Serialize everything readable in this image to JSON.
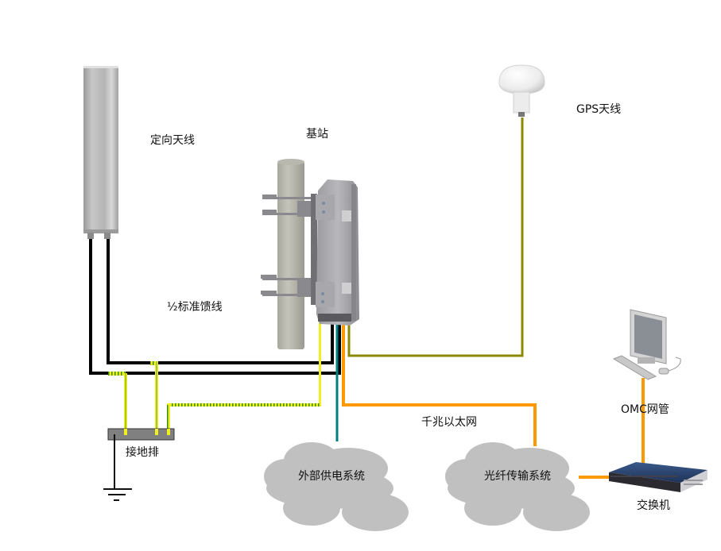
{
  "diagram": {
    "labels": {
      "directional_antenna": "定向天线",
      "base_station": "基站",
      "gps_antenna": "GPS天线",
      "feeder": "½标准馈线",
      "ground_bar": "接地排",
      "external_power": "外部供电系统",
      "gigabit_ethernet": "千兆以太网",
      "fiber_transmission": "光纤传输系统",
      "omc": "OMC网管",
      "switch": "交换机"
    },
    "colors": {
      "feeder_cable": "#000000",
      "ground_wire": "#f0f020",
      "ground_wire_stripe": "#3a8a20",
      "gps_cable": "#8a8a00",
      "power_cable": "#008080",
      "ethernet_cable": "#ff9900",
      "cloud": "#c0c0c0",
      "ground_bar": "#808080"
    },
    "nodes": [
      {
        "id": "directional_antenna",
        "label_key": "directional_antenna",
        "icon": "panel-antenna-icon"
      },
      {
        "id": "base_station",
        "label_key": "base_station",
        "icon": "pole-mounted-base-station-icon"
      },
      {
        "id": "gps_antenna",
        "label_key": "gps_antenna",
        "icon": "gps-antenna-icon"
      },
      {
        "id": "ground_bar",
        "label_key": "ground_bar",
        "icon": "ground-bar-icon"
      },
      {
        "id": "external_power",
        "label_key": "external_power",
        "icon": "cloud-icon"
      },
      {
        "id": "fiber_transmission",
        "label_key": "fiber_transmission",
        "icon": "cloud-icon"
      },
      {
        "id": "omc",
        "label_key": "omc",
        "icon": "workstation-icon"
      },
      {
        "id": "switch",
        "label_key": "switch",
        "icon": "rack-switch-icon"
      }
    ],
    "edges": [
      {
        "from": "directional_antenna",
        "to": "base_station",
        "type": "feeder",
        "label_key": "feeder",
        "count": 2
      },
      {
        "from": "directional_antenna",
        "to": "ground_bar",
        "type": "ground"
      },
      {
        "from": "base_station",
        "to": "ground_bar",
        "type": "ground"
      },
      {
        "from": "gps_antenna",
        "to": "base_station",
        "type": "gps"
      },
      {
        "from": "external_power",
        "to": "base_station",
        "type": "power"
      },
      {
        "from": "base_station",
        "to": "fiber_transmission",
        "type": "ethernet",
        "label_key": "gigabit_ethernet"
      },
      {
        "from": "fiber_transmission",
        "to": "switch",
        "type": "ethernet"
      },
      {
        "from": "switch",
        "to": "omc",
        "type": "ethernet"
      }
    ]
  }
}
